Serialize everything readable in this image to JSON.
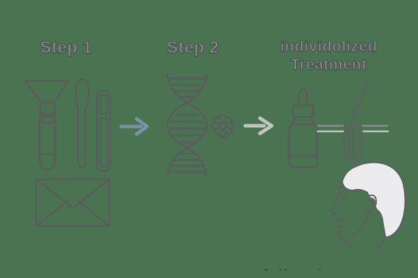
{
  "diagram": {
    "title": "",
    "steps": [
      {
        "label": "Step 1",
        "icons": [
          "collection-tube-funnel",
          "swab",
          "sample-tube",
          "envelope"
        ]
      },
      {
        "label": "Step 2",
        "icons": [
          "dna-helix",
          "gear"
        ]
      },
      {
        "label_line1": "individolized",
        "label_line2": "Treatment",
        "icons": [
          "dropper-bottle",
          "hair-follicle",
          "head-profile"
        ]
      }
    ],
    "arrows": [
      {
        "direction": "right",
        "color": "#7b90a9"
      },
      {
        "direction": "right",
        "color": "#c4c4c4"
      }
    ]
  },
  "colors": {
    "background": "#4a7451",
    "line_stroke": "#5b5b5f",
    "label_text": "#8b8b8f",
    "label_outline": "#48484c",
    "arrow_blue": "#7b90a9",
    "arrow_gray": "#c4c4c4",
    "hair_fill": "#ececee",
    "skin_line_light": "#c7c7c9",
    "skin_line_dark": "#8d8d90"
  }
}
